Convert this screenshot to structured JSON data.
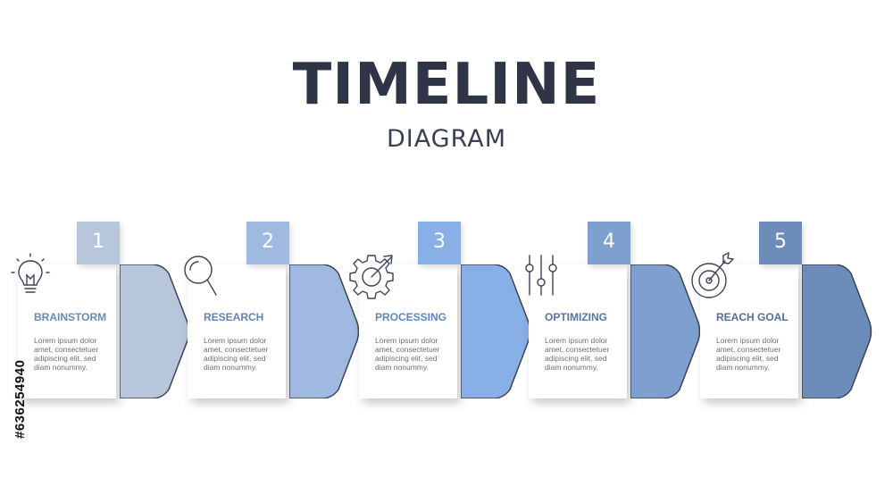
{
  "header": {
    "title": "TIMELINE",
    "subtitle": "DIAGRAM"
  },
  "steps": [
    {
      "number": "1",
      "label": "BRAINSTORM",
      "icon": "lightbulb-icon",
      "description": "Lorem ipsum dolor amet, consectetuer adipiscing elit, sed diam nonummy.",
      "color": "#b7c6db",
      "label_color": "#6a8ab7"
    },
    {
      "number": "2",
      "label": "RESEARCH",
      "icon": "magnifier-icon",
      "description": "Lorem ipsum dolor amet, consectetuer adipiscing elit, sed diam nonummy.",
      "color": "#9fb9e0",
      "label_color": "#5f84bd"
    },
    {
      "number": "3",
      "label": "PROCESSING",
      "icon": "gear-arrow-icon",
      "description": "Lorem ipsum dolor amet, consectetuer adipiscing elit, sed diam nonummy.",
      "color": "#88afe6",
      "label_color": "#5a86c6"
    },
    {
      "number": "4",
      "label": "OPTIMIZING",
      "icon": "sliders-icon",
      "description": "Lorem ipsum dolor amet, consectetuer adipiscing elit, sed diam nonummy.",
      "color": "#7ea0d0",
      "label_color": "#5478ad"
    },
    {
      "number": "5",
      "label": "REACH GOAL",
      "icon": "target-icon",
      "description": "Lorem ipsum dolor amet, consectetuer adipiscing elit, sed diam nonummy.",
      "color": "#6c8db9",
      "label_color": "#4f6f9c"
    }
  ],
  "side_id": "#636254940"
}
